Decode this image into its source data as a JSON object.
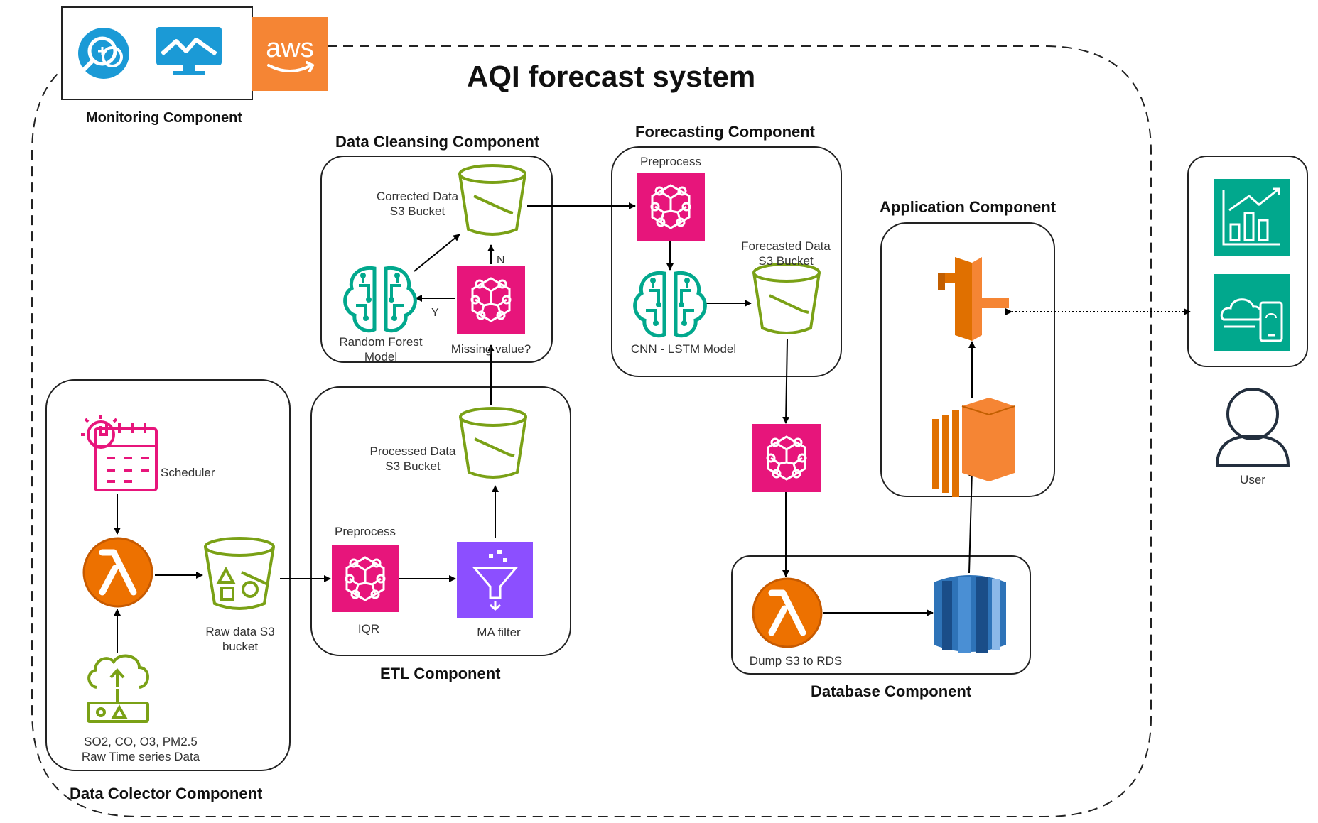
{
  "diagram": {
    "title": "AQI forecast system",
    "components": {
      "monitoring": "Monitoring Component",
      "data_cleansing": "Data Cleansing Component",
      "forecasting": "Forecasting Component",
      "application": "Application Component",
      "data_collector": "Data Colector Component",
      "etl": "ETL Component",
      "database": "Database Component"
    },
    "nodes": {
      "corrected_bucket": [
        "Corrected Data",
        "S3 Bucket"
      ],
      "random_forest": [
        "Random Forest",
        "Model"
      ],
      "missing_value": "Missing value?",
      "forecast_preprocess": "Preprocess",
      "cnn_lstm": "CNN - LSTM Model",
      "forecasted_bucket": [
        "Forecasted Data",
        "S3 Bucket"
      ],
      "processed_bucket": [
        "Processed Data",
        "S3 Bucket"
      ],
      "etl_preprocess": "Preprocess",
      "iqr": "IQR",
      "ma_filter": "MA filter",
      "scheduler": "Scheduler",
      "raw_bucket": [
        "Raw data S3",
        "bucket"
      ],
      "raw_data": [
        "SO2, CO, O3, PM2.5",
        "Raw Time series Data"
      ],
      "dump_lambda": "Dump S3 to RDS",
      "user": "User",
      "aws_logo": "aws"
    },
    "edge_labels": {
      "yes": "Y",
      "no": "N"
    },
    "colors": {
      "bucket_green": "#7aa116",
      "pink": "#e7157b",
      "teal": "#01a88d",
      "lambda_orange": "#ed7100",
      "purple": "#8c4fff",
      "rds_blue": "#2e73b8",
      "aws_orange": "#f58534",
      "monitor_blue": "#1b9ad6"
    }
  }
}
